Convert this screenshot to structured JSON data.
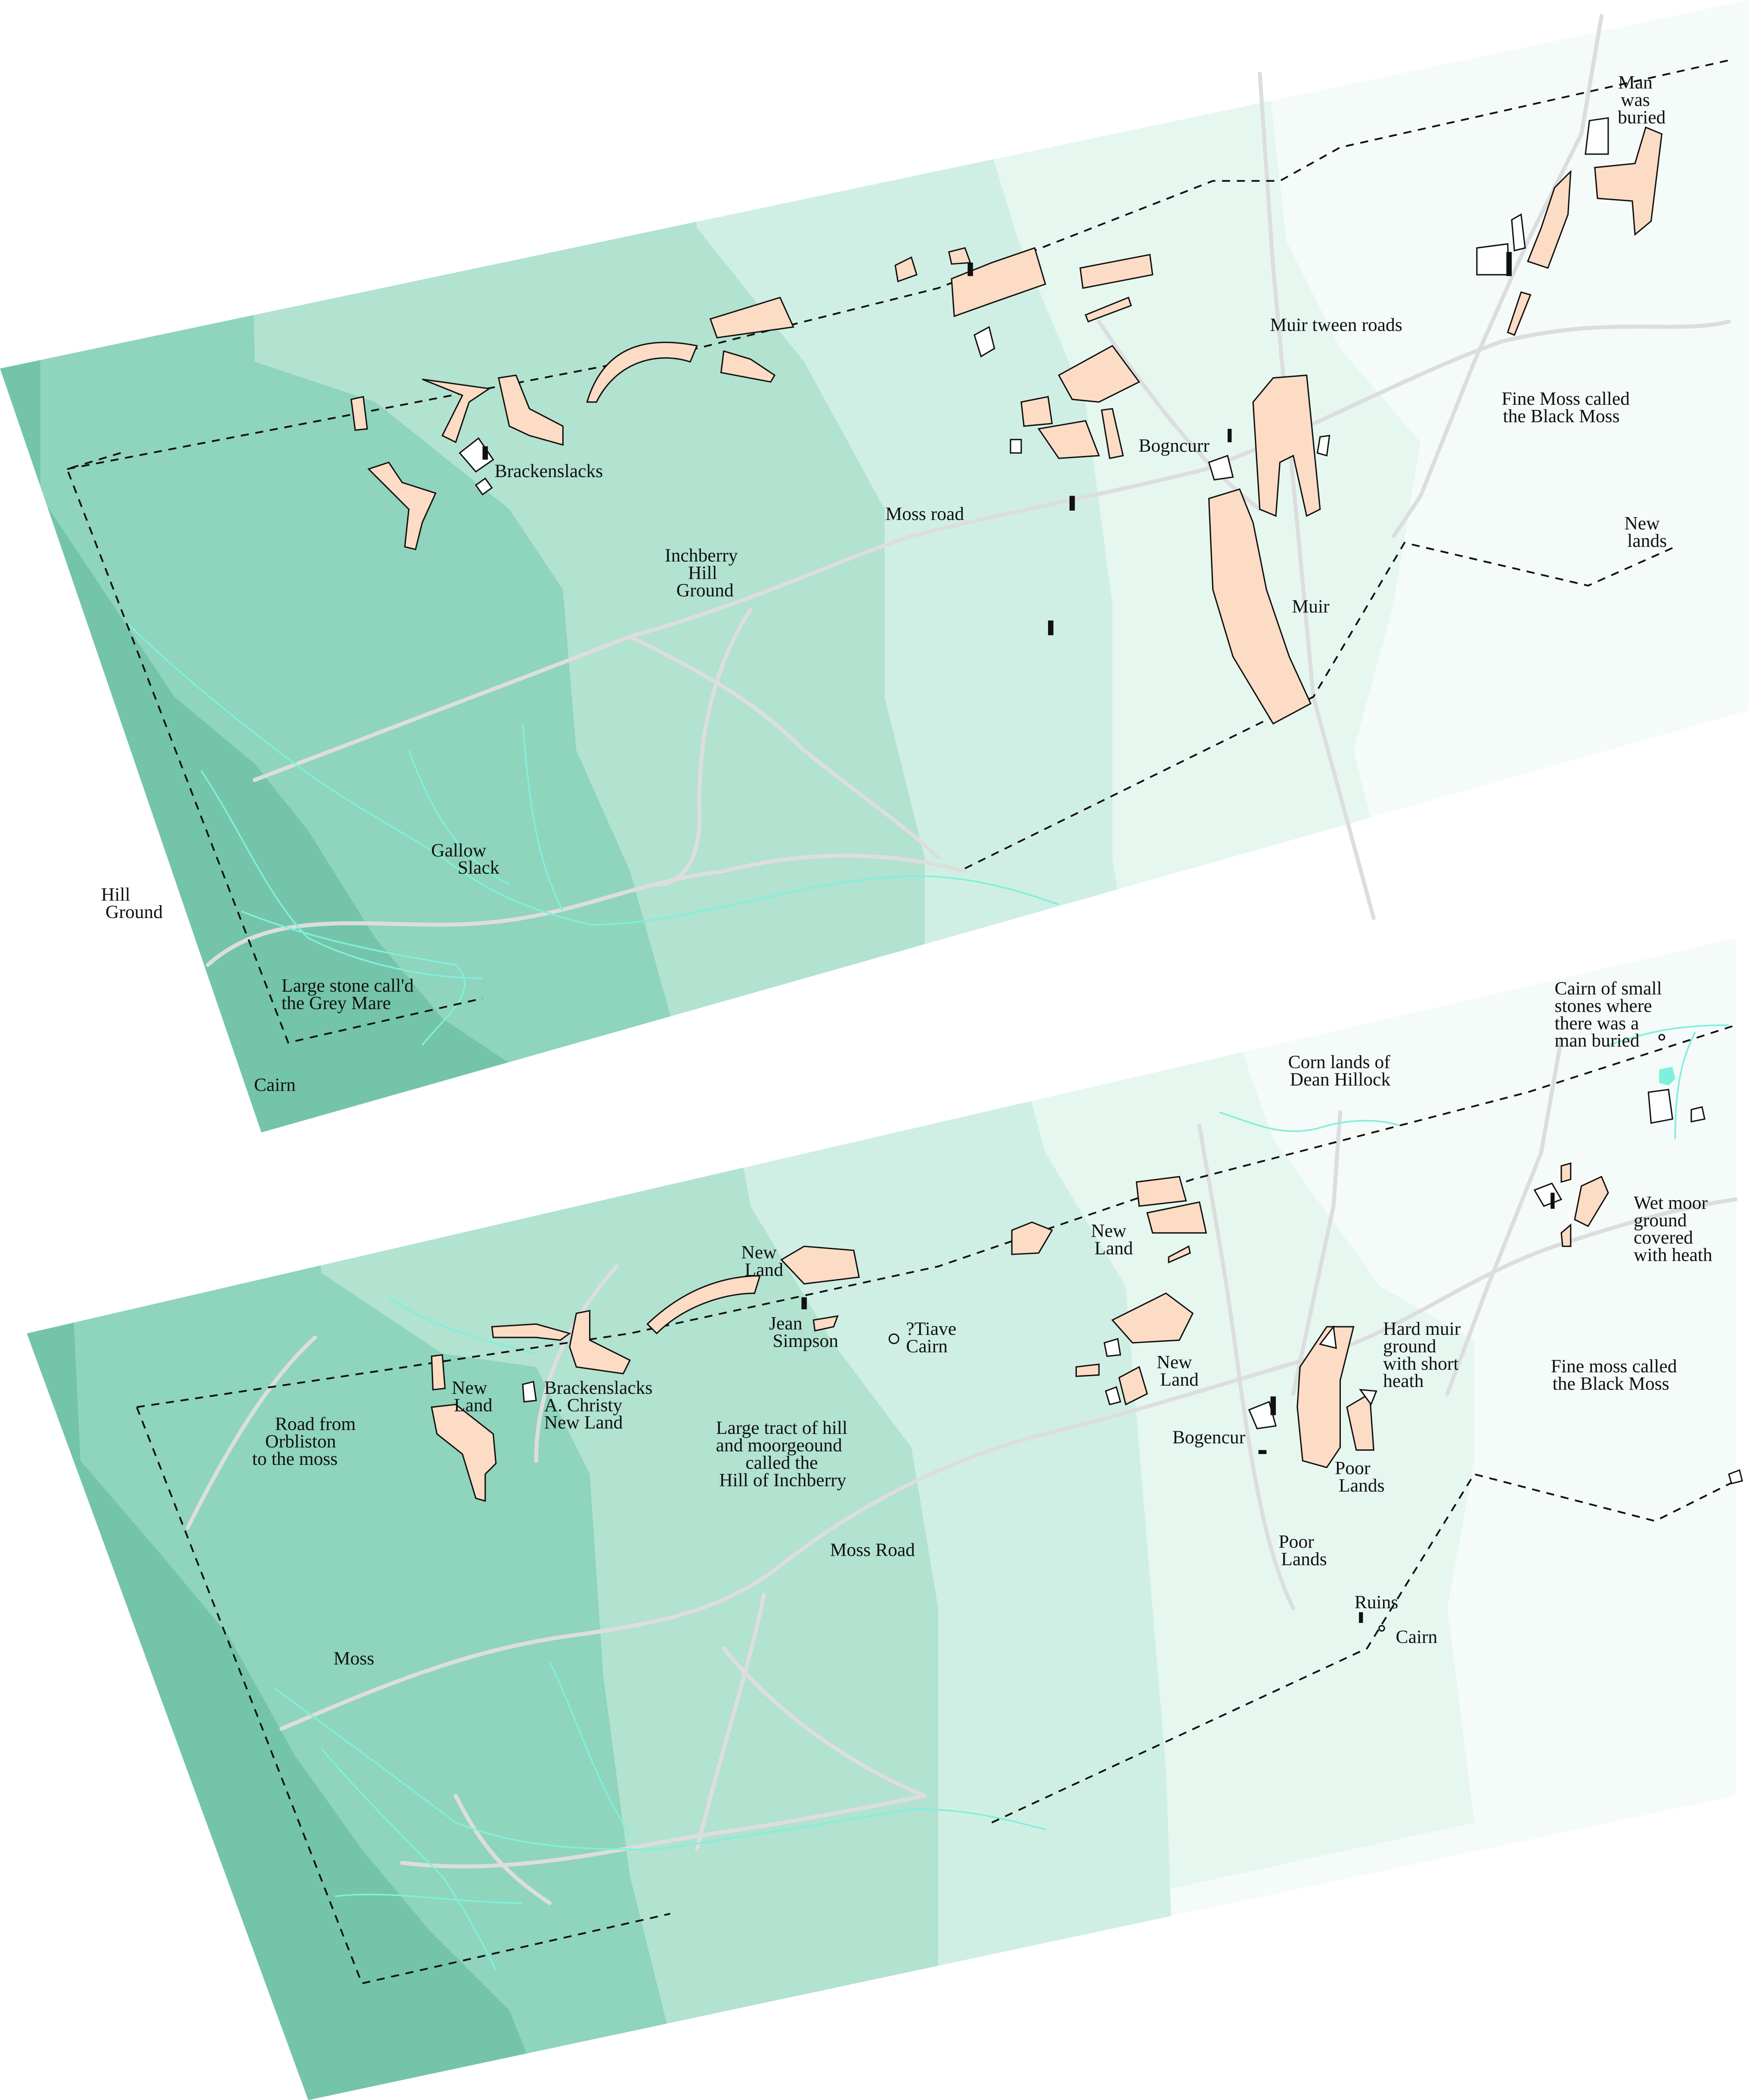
{
  "colors": {
    "band_1": "#74c4a9",
    "band_2": "#8fd4bc",
    "band_3": "#b2e2d0",
    "band_4": "#d0efe4",
    "band_5": "#e6f7f0",
    "band_6": "#f5fbf9",
    "field": "#fddcc5",
    "road": "#dcdede",
    "stream": "#7ff0dc"
  },
  "top_map": {
    "man_buried": [
      "Man",
      "was",
      "buried"
    ],
    "fine_moss": [
      "Fine Moss called",
      "the Black Moss"
    ],
    "muir_tween_roads": "Muir tween roads",
    "bogncurr": "Bogncurr",
    "new_lands": [
      "New",
      "lands"
    ],
    "muir": "Muir",
    "moss_road": "Moss road",
    "inchberry": [
      "Inchberry",
      "Hill",
      "Ground"
    ],
    "brackenslacks": "Brackenslacks",
    "gallow_slack": [
      "Gallow",
      "Slack"
    ],
    "hill_ground": [
      "Hill",
      "Ground"
    ],
    "grey_mare": [
      "Large stone call'd",
      "the Grey Mare"
    ],
    "cairn": "Cairn"
  },
  "bottom_map": {
    "cairn_small_stones": [
      "Cairn of small",
      "stones where",
      "there was a",
      "man buried"
    ],
    "corn_lands": [
      "Corn lands of",
      "Dean Hillock"
    ],
    "wet_moor": [
      "Wet moor",
      "ground",
      "covered",
      "with heath"
    ],
    "new_land_1": [
      "New",
      "Land"
    ],
    "new_land_2": [
      "New",
      "Land"
    ],
    "jean_simpson": [
      "Jean",
      "Simpson"
    ],
    "tiave_cairn": [
      "?Tiave",
      "Cairn"
    ],
    "hard_muir": [
      "Hard muir",
      "ground",
      "with short",
      "heath"
    ],
    "fine_moss": [
      "Fine moss called",
      "the Black Moss"
    ],
    "new_land_3": [
      "New",
      "Land"
    ],
    "brackenslacks": [
      "Brackenslacks",
      "A. Christy",
      "New Land"
    ],
    "road_orbliston": [
      "Road from",
      "Orbliston",
      "to the moss"
    ],
    "large_tract": [
      "Large tract of hill",
      "and moorgeound",
      "called the",
      "Hill of Inchberry"
    ],
    "new_land_4": [
      "New",
      "Land"
    ],
    "bogencur": "Bogencur",
    "poor_lands_1": [
      "Poor",
      "Lands"
    ],
    "moss_road": "Moss Road",
    "poor_lands_2": [
      "Poor",
      "Lands"
    ],
    "ruins": "Ruins",
    "cairn": "Cairn",
    "moss": "Moss"
  }
}
